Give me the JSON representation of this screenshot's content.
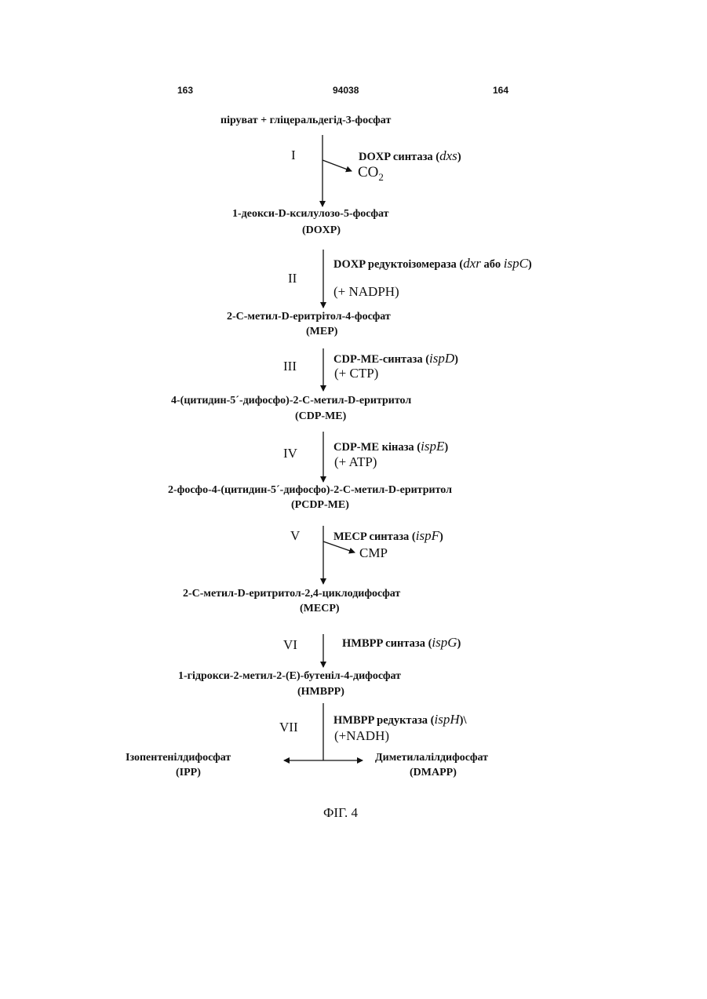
{
  "header": {
    "left": "163",
    "center": "94038",
    "right": "164"
  },
  "compounds": {
    "start": "піруват + гліцеральдегід-3-фосфат",
    "doxp": "1-деокси-D-ксилулозо-5-фосфат",
    "doxp_abbr": "(DOXP)",
    "mep": "2-С-метил-D-еритрітол-4-фосфат",
    "mep_abbr": "(MEP)",
    "cdpme": "4-(цитидин-5´-дифосфо)-2-С-метил-D-еритритол",
    "cdpme_abbr": "(CDP-ME)",
    "pcdpme": "2-фосфо-4-(цитидин-5´-дифосфо)-2-С-метил-D-еритритол",
    "pcdpme_abbr": "(PCDP-ME)",
    "mecp": "2-С-метил-D-еритритол-2,4-циклодифосфат",
    "mecp_abbr": "(MECP)",
    "hmbpp": "1-гідрокси-2-метил-2-(E)-бутеніл-4-дифосфат",
    "hmbpp_abbr": "(HMBPP)",
    "ipp": "Ізопентенілдифосфат",
    "ipp_abbr": "(IPP)",
    "dmapp": "Диметилалілдифосфат",
    "dmapp_abbr": "(DMAPP)"
  },
  "steps": [
    {
      "numeral": "I",
      "enzyme": "DOXP синтаза (",
      "gene": "dxs",
      "enzyme_end": ")",
      "byproduct_main": "CO",
      "byproduct_sub": "2"
    },
    {
      "numeral": "II",
      "enzyme": "DOXP  редуктоізомераза (",
      "gene": "dxr",
      "or_word": " або ",
      "gene2": "ispC",
      "enzyme_end": ")",
      "cofactor": "(+ NADPH)"
    },
    {
      "numeral": "III",
      "enzyme": "CDP-ME-синтаза (",
      "gene": "ispD",
      "enzyme_end": ")",
      "cofactor": "(+ CTP)"
    },
    {
      "numeral": "IV",
      "enzyme": "CDP-ME кіназа (",
      "gene": "ispE",
      "enzyme_end": ")",
      "cofactor": "(+ ATP)"
    },
    {
      "numeral": "V",
      "enzyme": "MECP синтаза (",
      "gene": "ispF",
      "enzyme_end": ")",
      "byproduct": "CMP"
    },
    {
      "numeral": "VI",
      "enzyme": "HMBPP синтаза (",
      "gene": "ispG",
      "enzyme_end": ")"
    },
    {
      "numeral": "VII",
      "enzyme": "HMBPP редуктаза (",
      "gene": "ispH",
      "enzyme_end": ")\\",
      "cofactor": "(+NADH)"
    }
  ],
  "figure_label": "ФІГ. 4"
}
